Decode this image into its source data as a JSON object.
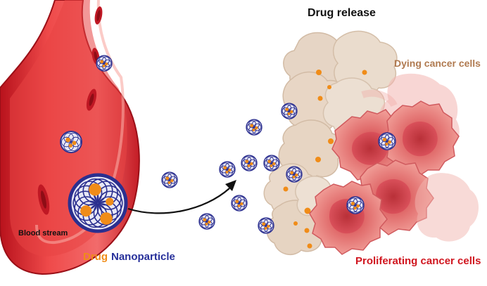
{
  "labels": {
    "drug_release": "Drug release",
    "dying_cells": "Dying cancer cells",
    "proliferating_cells": "Proliferating cancer cells",
    "blood_stream": "Blood stream",
    "drug": "Drug",
    "nanoparticle": "Nanoparticle"
  },
  "colors": {
    "vessel": "#e53a3a",
    "blood_cell": "#c01824",
    "nanoparticle_mesh": "#2b2f8f",
    "drug": "#f08c18",
    "dying_cell": "#e8d8c8",
    "cancer_cell": "#e87878",
    "arrow": "#111111"
  }
}
